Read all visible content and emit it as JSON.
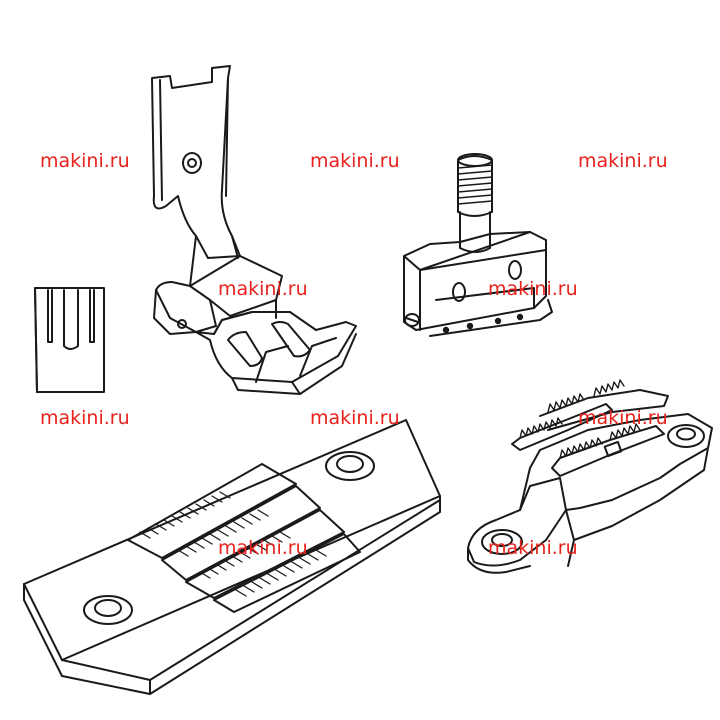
{
  "watermarks": [
    "makini.ru",
    "makini.ru",
    "makini.ru",
    "makini.ru",
    "makini.ru",
    "makini.ru",
    "makini.ru",
    "makini.ru",
    "makini.ru",
    "makini.ru"
  ],
  "colors": {
    "line": "#1a1a1a",
    "watermark": "#e8221c",
    "background": "#ffffff"
  }
}
